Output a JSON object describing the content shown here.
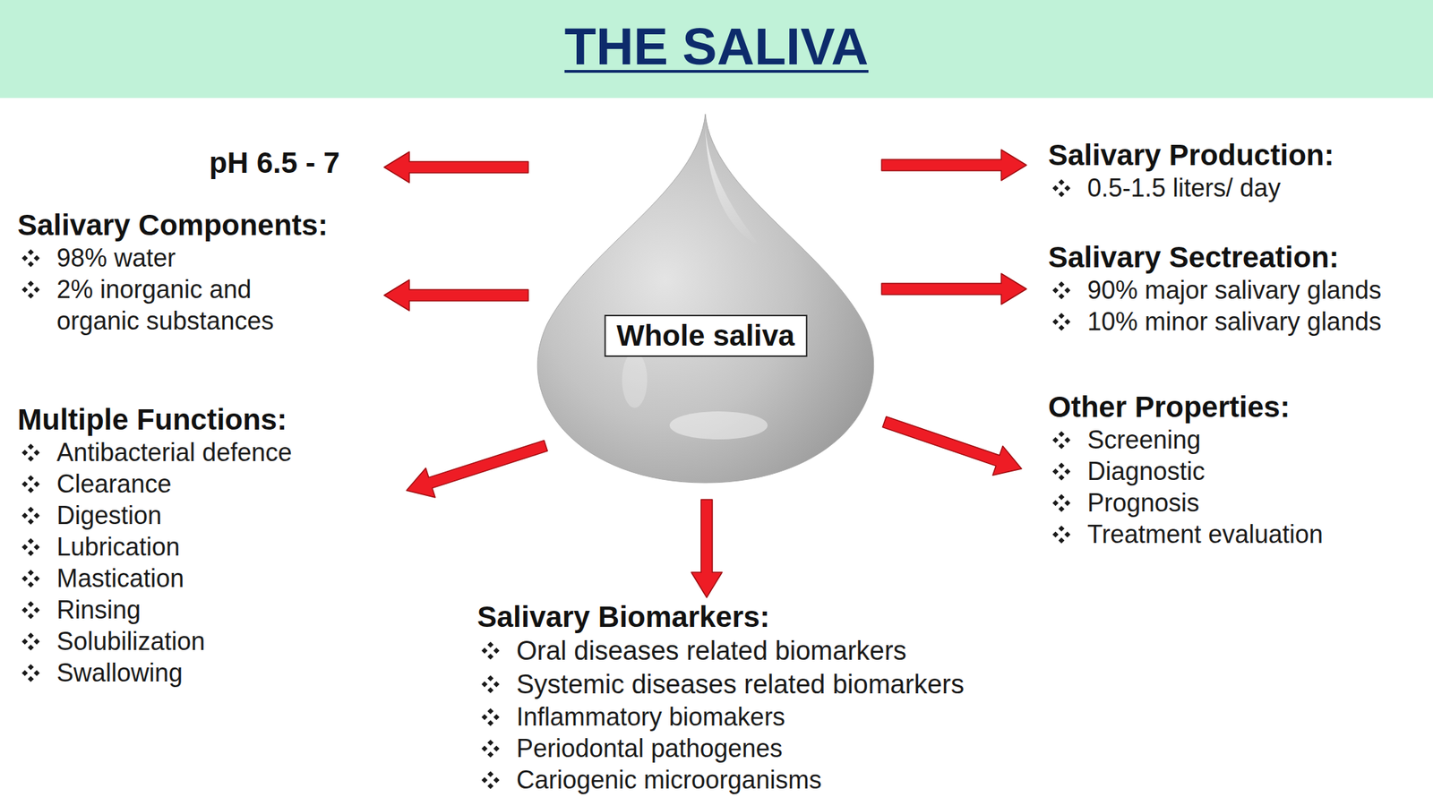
{
  "diagram": {
    "title": "THE SALIVA",
    "nodes": [
      {
        "text": [
          "pH 6.5 - 7"
        ]
      },
      {
        "text": [
          "Salivary Production:",
          "0.5-1.5 liters/ day"
        ]
      },
      {
        "text": [
          "Salivary Components:",
          "98% water",
          "2% inorganic and organic substances"
        ]
      },
      {
        "text": [
          "Salivary Sectreation:",
          "90% major salivary glands",
          "10% minor salivary glands"
        ]
      },
      {
        "text": [
          "Whole saliva"
        ]
      },
      {
        "text": [
          "Multiple Functions:",
          "Antibacterial defence",
          "Clearance",
          "Digestion",
          "Lubrication",
          "Mastication",
          "Rinsing",
          "Solubilization",
          "Swallowing"
        ]
      },
      {
        "text": [
          "Other Properties:",
          "Screening",
          "Diagnostic",
          "Prognosis",
          "Treatment evaluation"
        ]
      },
      {
        "text": [
          "Salivary Biomarkers:",
          "Oral diseases related biomarkers",
          "Systemic diseases related biomarkers",
          "Inflammatory biomakers",
          "Periodontal pathogenes",
          "Cariogenic microorganisms"
        ]
      }
    ],
    "edges": [
      {
        "from": 4,
        "to": 0,
        "arrow": "to"
      },
      {
        "from": 4,
        "to": 1,
        "arrow": "to"
      },
      {
        "from": 4,
        "to": 2,
        "arrow": "to"
      },
      {
        "from": 4,
        "to": 3,
        "arrow": "to"
      },
      {
        "from": 4,
        "to": 5,
        "arrow": "to"
      },
      {
        "from": 4,
        "to": 6,
        "arrow": "to"
      },
      {
        "from": 4,
        "to": 7,
        "arrow": "to"
      }
    ]
  }
}
